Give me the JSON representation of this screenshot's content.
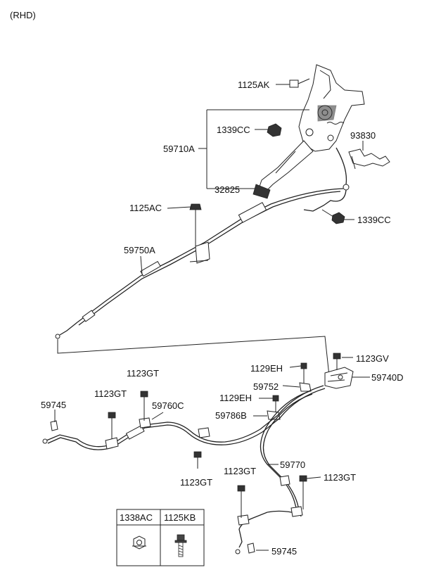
{
  "header_note": "(RHD)",
  "callouts": {
    "p1125AK": "1125AK",
    "p1339CC_a": "1339CC",
    "p59710A": "59710A",
    "p93830": "93830",
    "p32825": "32825",
    "p1125AC": "1125AC",
    "p1339CC_b": "1339CC",
    "p59750A": "59750A",
    "p1123GV": "1123GV",
    "p1129EH_a": "1129EH",
    "p59740D": "59740D",
    "p1123GT_a": "1123GT",
    "p59752": "59752",
    "p1123GT_b": "1123GT",
    "p1129EH_b": "1129EH",
    "p59745_a": "59745",
    "p59760C": "59760C",
    "p59786B": "59786B",
    "p59770": "59770",
    "p1123GT_c": "1123GT",
    "p1123GT_d": "1123GT",
    "p1123GT_e": "1123GT",
    "p59745_b": "59745"
  },
  "legend_table": {
    "headers": [
      "1338AC",
      "1125KB"
    ],
    "icons": [
      "hex-nut-icon",
      "flange-bolt-icon"
    ]
  }
}
